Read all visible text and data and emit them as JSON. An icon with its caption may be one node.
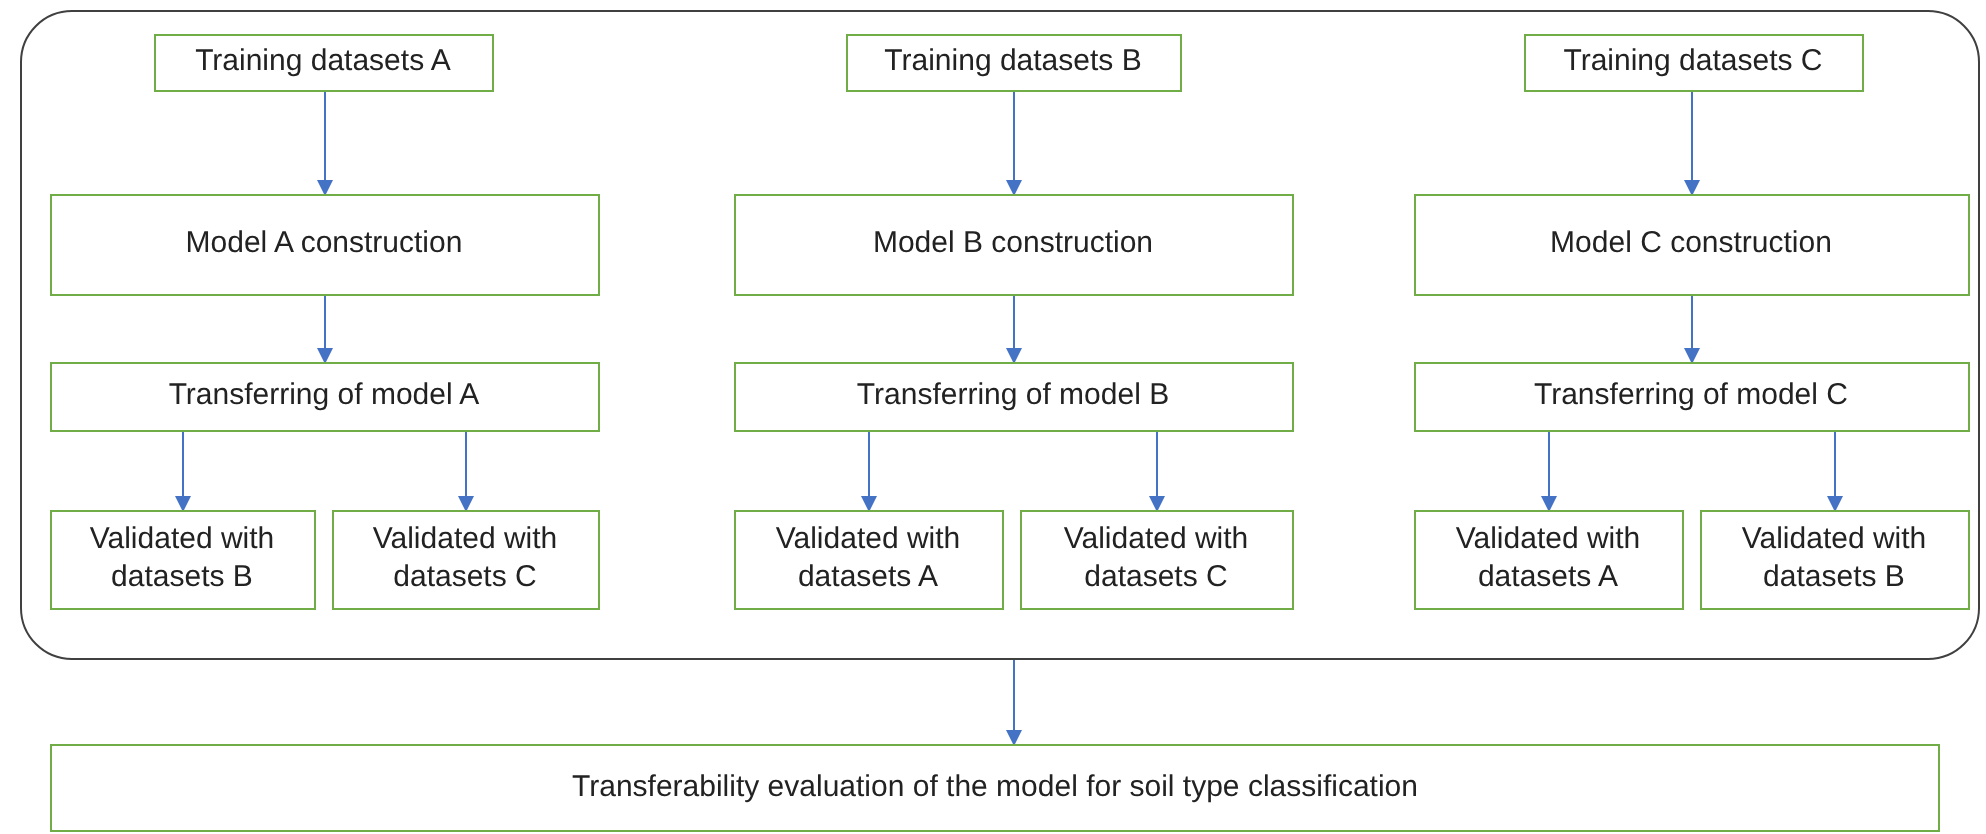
{
  "diagram": {
    "nodes": [
      {
        "text": [],
        "shape": "box"
      },
      {
        "text": [
          "Training datasets A"
        ],
        "in": 0
      },
      {
        "text": [
          "Model A construction"
        ],
        "in": 0
      },
      {
        "text": [
          "Transferring of model A"
        ],
        "in": 0
      },
      {
        "text": [
          "Validated with datasets B"
        ],
        "in": 0
      },
      {
        "text": [
          "Validated with datasets C"
        ],
        "in": 0
      },
      {
        "text": [
          "Training datasets B"
        ],
        "in": 0
      },
      {
        "text": [
          "Model B construction"
        ],
        "in": 0
      },
      {
        "text": [
          "Transferring of model B"
        ],
        "in": 0
      },
      {
        "text": [
          "Validated with datasets A"
        ],
        "in": 0
      },
      {
        "text": [
          "Validated with datasets C"
        ],
        "in": 0
      },
      {
        "text": [
          "Training datasets C"
        ],
        "in": 0
      },
      {
        "text": [
          "Model C construction"
        ],
        "in": 0
      },
      {
        "text": [
          "Transferring of model C"
        ],
        "in": 0
      },
      {
        "text": [
          "Validated with datasets A"
        ],
        "in": 0
      },
      {
        "text": [
          "Validated with datasets B"
        ],
        "in": 0
      },
      {
        "text": [
          "Transferability evaluation of the model for soil type classification"
        ]
      }
    ],
    "edges": [
      {
        "from": 1,
        "to": 2,
        "arrow": "to"
      },
      {
        "from": 2,
        "to": 3,
        "arrow": "to"
      },
      {
        "from": 3,
        "to": 4,
        "arrow": "to"
      },
      {
        "from": 3,
        "to": 5,
        "arrow": "to"
      },
      {
        "from": 6,
        "to": 7,
        "arrow": "to"
      },
      {
        "from": 7,
        "to": 8,
        "arrow": "to"
      },
      {
        "from": 8,
        "to": 9,
        "arrow": "to"
      },
      {
        "from": 8,
        "to": 10,
        "arrow": "to"
      },
      {
        "from": 11,
        "to": 12,
        "arrow": "to"
      },
      {
        "from": 12,
        "to": 13,
        "arrow": "to"
      },
      {
        "from": 13,
        "to": 14,
        "arrow": "to"
      },
      {
        "from": 13,
        "to": 15,
        "arrow": "to"
      },
      {
        "from": 0,
        "to": 16,
        "arrow": "to"
      }
    ]
  }
}
